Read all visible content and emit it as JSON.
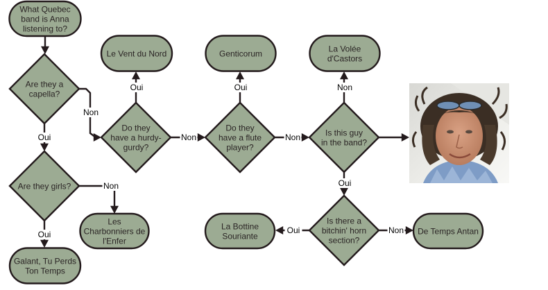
{
  "title": "What Quebec band is Anna listening to? flowchart",
  "colors": {
    "node_fill": "#9cab93",
    "stroke": "#231a1c",
    "text": "#2a2424"
  },
  "nodes": {
    "start": {
      "type": "terminal",
      "lines": [
        "What Quebec",
        "band is Anna",
        "listening to?"
      ]
    },
    "q_capella": {
      "type": "decision",
      "lines": [
        "Are they a",
        "capella?"
      ]
    },
    "q_girls": {
      "type": "decision",
      "lines": [
        "Are they girls?"
      ]
    },
    "q_hurdy": {
      "type": "decision",
      "lines": [
        "Do they",
        "have a hurdy-",
        "gurdy?"
      ]
    },
    "q_flute": {
      "type": "decision",
      "lines": [
        "Do they",
        "have a flute",
        "player?"
      ]
    },
    "q_guy": {
      "type": "decision",
      "lines": [
        "Is this guy",
        "in the band?"
      ]
    },
    "q_horn": {
      "type": "decision",
      "lines": [
        "Is there a",
        "bitchin' horn",
        "section?"
      ]
    },
    "r_galant": {
      "type": "terminal",
      "lines": [
        "Galant, Tu Perds",
        "Ton Temps"
      ]
    },
    "r_charbonniers": {
      "type": "terminal",
      "lines": [
        "Les",
        "Charbonniers de",
        "l'Enfer"
      ]
    },
    "r_vent": {
      "type": "terminal",
      "lines": [
        "Le Vent du Nord"
      ]
    },
    "r_genticorum": {
      "type": "terminal",
      "lines": [
        "Genticorum"
      ]
    },
    "r_volee": {
      "type": "terminal",
      "lines": [
        "La Volée",
        "d'Castors"
      ]
    },
    "r_bottine": {
      "type": "terminal",
      "lines": [
        "La Bottine",
        "Souriante"
      ]
    },
    "r_temps": {
      "type": "terminal",
      "lines": [
        "De Temps Antan"
      ]
    }
  },
  "edges": [
    {
      "from": "start",
      "to": "q_capella",
      "label": ""
    },
    {
      "from": "q_capella",
      "to": "q_girls",
      "label": "Oui"
    },
    {
      "from": "q_capella",
      "to": "q_hurdy",
      "label": "Non"
    },
    {
      "from": "q_girls",
      "to": "r_galant",
      "label": "Oui"
    },
    {
      "from": "q_girls",
      "to": "r_charbonniers",
      "label": "Non"
    },
    {
      "from": "q_hurdy",
      "to": "r_vent",
      "label": "Oui"
    },
    {
      "from": "q_hurdy",
      "to": "q_flute",
      "label": "Non"
    },
    {
      "from": "q_flute",
      "to": "r_genticorum",
      "label": "Oui"
    },
    {
      "from": "q_flute",
      "to": "q_guy",
      "label": "Non"
    },
    {
      "from": "q_guy",
      "to": "r_volee",
      "label": "Non"
    },
    {
      "from": "q_guy",
      "to": "q_horn",
      "label": "Oui"
    },
    {
      "from": "q_guy",
      "to": "photo",
      "label": ""
    },
    {
      "from": "q_horn",
      "to": "r_bottine",
      "label": "Oui"
    },
    {
      "from": "q_horn",
      "to": "r_temps",
      "label": "Non"
    }
  ],
  "photo": {
    "description": "photo of a smiling man with long curly hair and sunglasses on his head"
  }
}
